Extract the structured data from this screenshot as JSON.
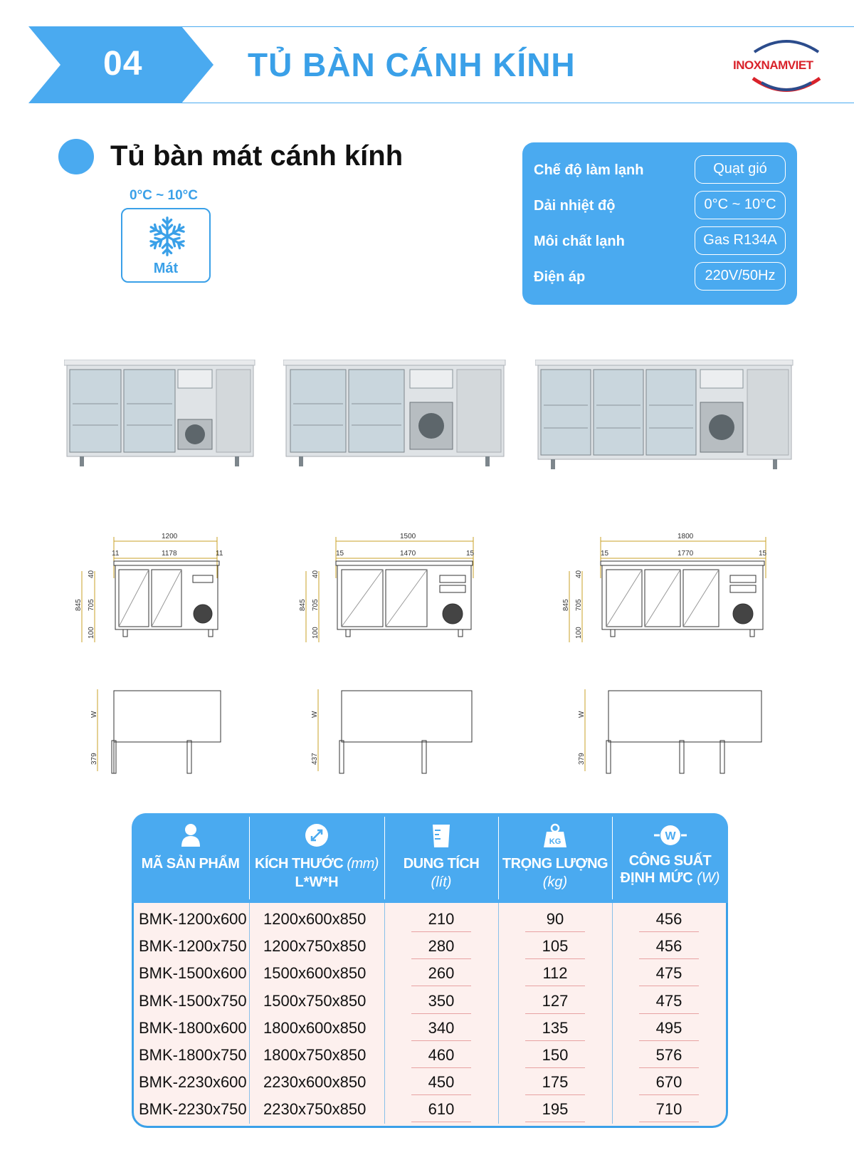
{
  "header": {
    "section_number": "04",
    "section_title": "TỦ BÀN CÁNH KÍNH",
    "logo_text": "INOXNAMVIET",
    "accent_color": "#3aa0e8"
  },
  "product": {
    "title": "Tủ bàn mát cánh kính",
    "temp_range": "0°C ~ 10°C",
    "mode_label": "Mát",
    "mode_icon": "snowflake-icon"
  },
  "specs": [
    {
      "label": "Chế độ làm lạnh",
      "value": "Quạt gió"
    },
    {
      "label": "Dải nhiệt độ",
      "value": "0°C ~ 10°C"
    },
    {
      "label": "Môi chất lạnh",
      "value": "Gas R134A"
    },
    {
      "label": "Điện áp",
      "value": "220V/50Hz"
    }
  ],
  "drawings": [
    {
      "total": "1200",
      "side": "11",
      "inner": "1178",
      "side2": "11",
      "h_top": "40",
      "h_total": "845",
      "h_mid": "705",
      "h_bot": "100",
      "w_label": "W",
      "depth": "379"
    },
    {
      "total": "1500",
      "side": "15",
      "inner": "1470",
      "side2": "15",
      "h_top": "40",
      "h_total": "845",
      "h_mid": "705",
      "h_bot": "100",
      "w_label": "W",
      "depth": "437"
    },
    {
      "total": "1800",
      "side": "15",
      "inner": "1770",
      "side2": "15",
      "h_top": "40",
      "h_total": "845",
      "h_mid": "705",
      "h_bot": "100",
      "w_label": "W",
      "depth": "379"
    }
  ],
  "table": {
    "headers": {
      "code": {
        "line1": "MÃ SẢN PHẨM",
        "icon": "user-icon"
      },
      "size": {
        "line1": "KÍCH THƯỚC",
        "unit": "(mm)",
        "line2": "L*W*H",
        "icon": "resize-icon"
      },
      "volume": {
        "line1": "DUNG TÍCH",
        "line2": "(lít)",
        "icon": "measuring-cup-icon"
      },
      "weight": {
        "line1": "TRỌNG LƯỢNG",
        "line2": "(kg)",
        "icon": "weight-icon",
        "icon_text": "KG"
      },
      "power": {
        "line1": "CÔNG SUẤT",
        "line2a": "ĐỊNH MỨC",
        "line2b": "(W)",
        "icon": "power-icon",
        "icon_text": "W"
      }
    },
    "rows": [
      {
        "code": "BMK-1200x600",
        "size": "1200x600x850",
        "volume": "210",
        "weight": "90",
        "power": "456"
      },
      {
        "code": "BMK-1200x750",
        "size": "1200x750x850",
        "volume": "280",
        "weight": "105",
        "power": "456"
      },
      {
        "code": "BMK-1500x600",
        "size": "1500x600x850",
        "volume": "260",
        "weight": "112",
        "power": "475"
      },
      {
        "code": "BMK-1500x750",
        "size": "1500x750x850",
        "volume": "350",
        "weight": "127",
        "power": "475"
      },
      {
        "code": "BMK-1800x600",
        "size": "1800x600x850",
        "volume": "340",
        "weight": "135",
        "power": "495"
      },
      {
        "code": "BMK-1800x750",
        "size": "1800x750x850",
        "volume": "460",
        "weight": "150",
        "power": "576"
      },
      {
        "code": "BMK-2230x600",
        "size": "2230x600x850",
        "volume": "450",
        "weight": "175",
        "power": "670"
      },
      {
        "code": "BMK-2230x750",
        "size": "2230x750x850",
        "volume": "610",
        "weight": "195",
        "power": "710"
      }
    ]
  }
}
